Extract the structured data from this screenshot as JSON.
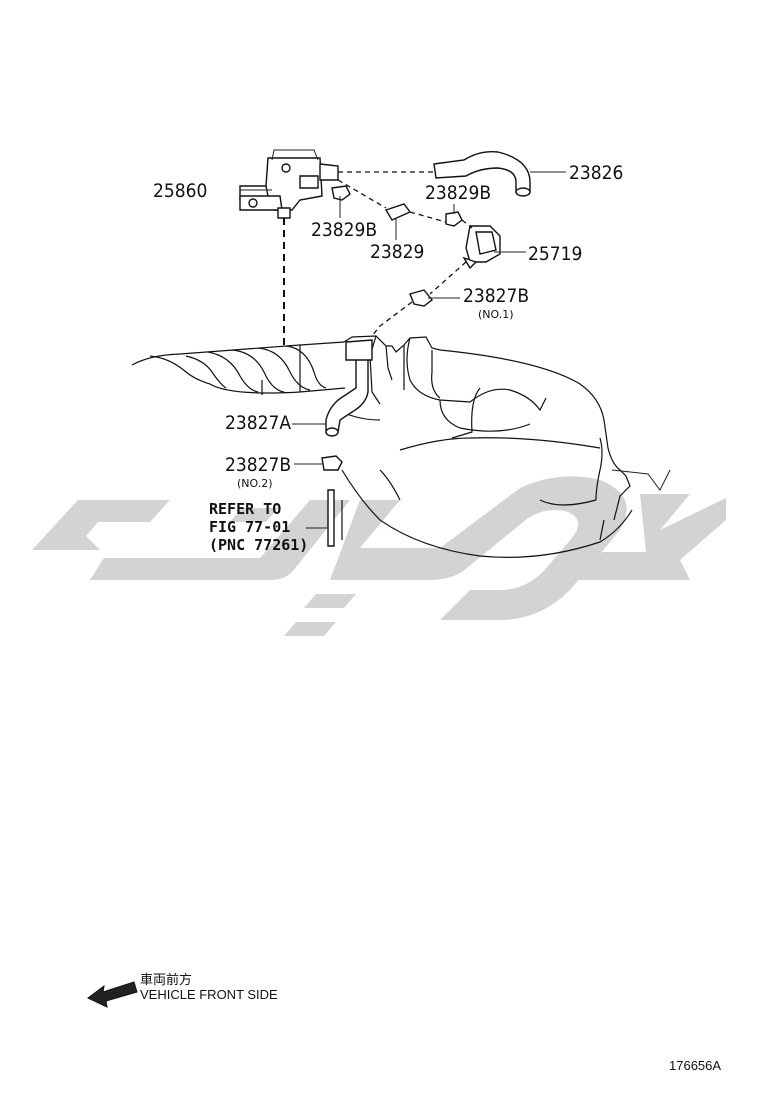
{
  "labels": {
    "p25860": "25860",
    "p23826": "23826",
    "p23829B_right": "23829B",
    "p23829B_left": "23829B",
    "p23829": "23829",
    "p25719": "25719",
    "p23827B_top": "23827B",
    "no1": "(NO.1)",
    "p23827A": "23827A",
    "p23827B_bottom": "23827B",
    "no2": "(NO.2)"
  },
  "refer": {
    "line1": "REFER TO",
    "line2": "FIG 77-01",
    "line3": "(PNC 77261)"
  },
  "direction": {
    "jp": "車両前方",
    "en": "VEHICLE FRONT SIDE"
  },
  "figure_code": "176656A"
}
